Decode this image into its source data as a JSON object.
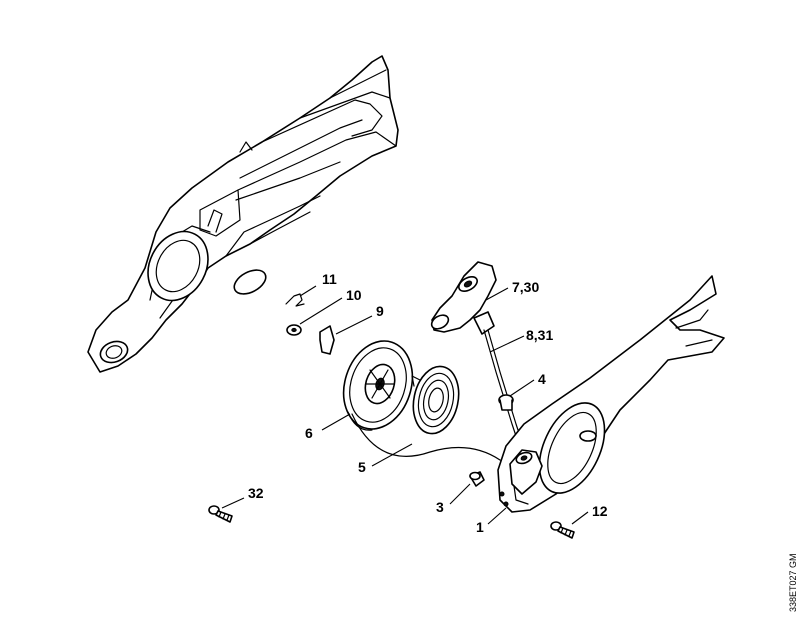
{
  "callouts": {
    "c11": "11",
    "c10": "10",
    "c9": "9",
    "c7_30": "7,30",
    "c8_31": "8,31",
    "c4": "4",
    "c6": "6",
    "c5": "5",
    "c32": "32",
    "c3": "3",
    "c12": "12",
    "c1": "1"
  },
  "reference_code": "338ET027 GM"
}
